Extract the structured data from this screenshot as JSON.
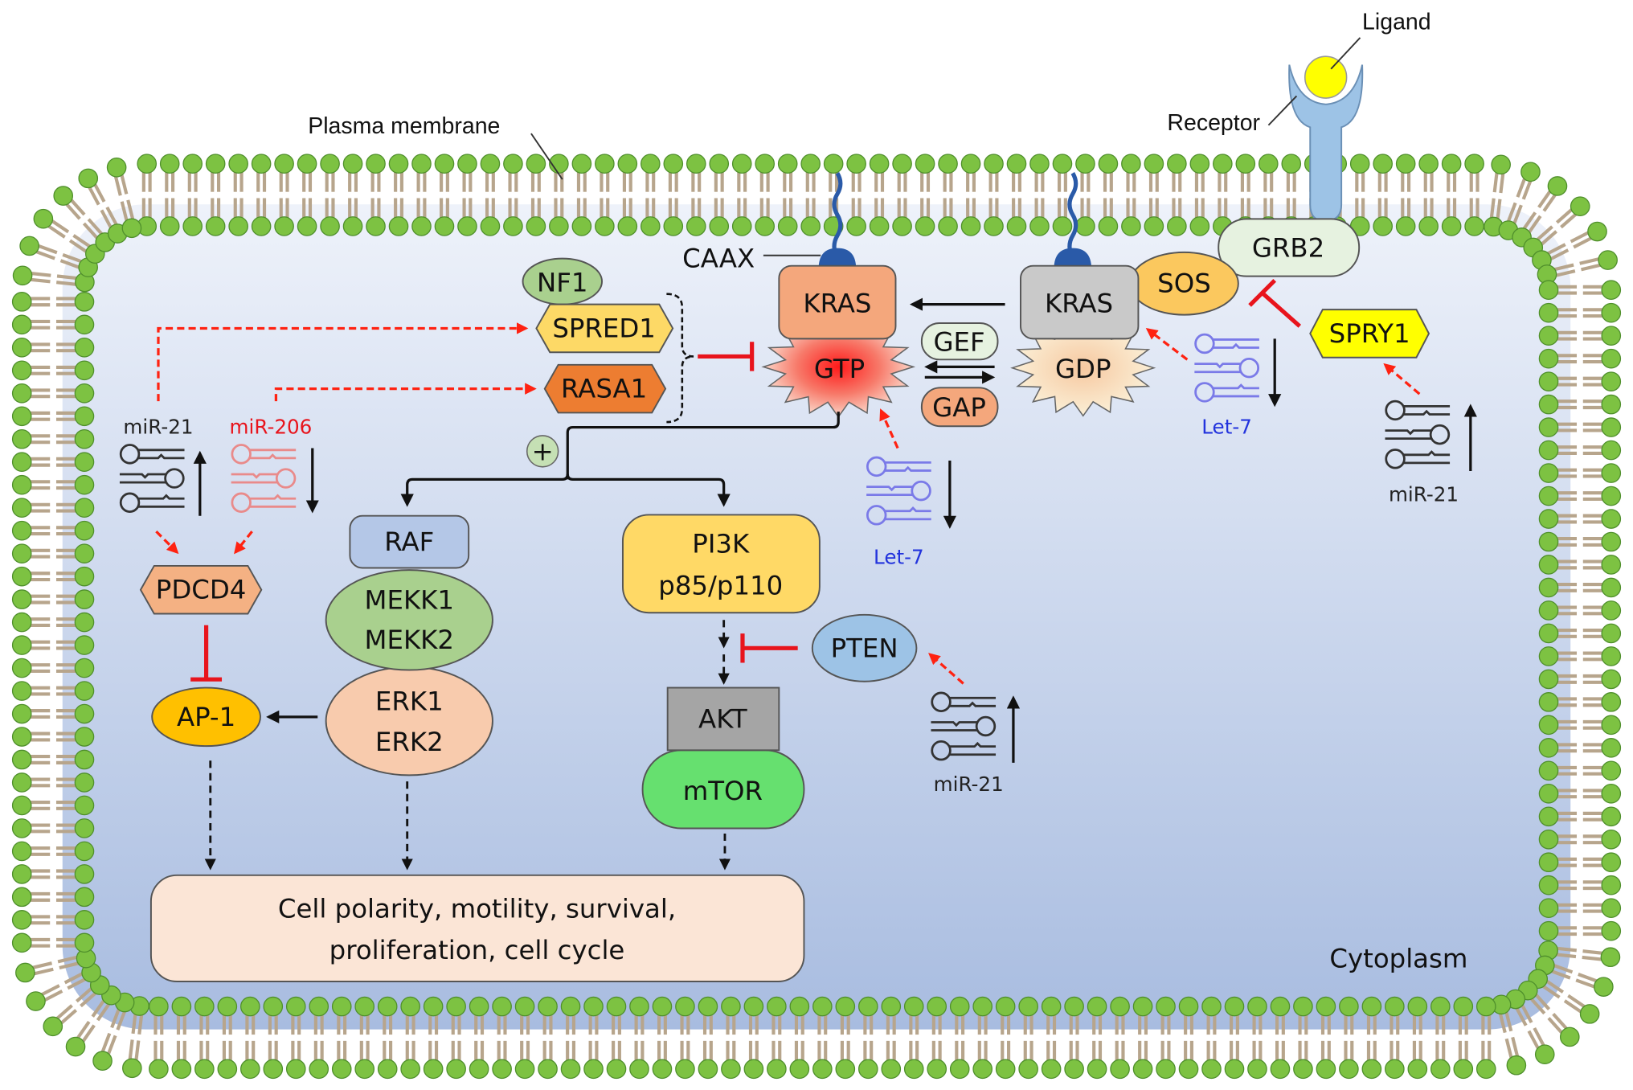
{
  "labels": {
    "ligand": "Ligand",
    "receptor": "Receptor",
    "plasma_membrane": "Plasma membrane",
    "caax": "CAAX",
    "cytoplasm": "Cytoplasm"
  },
  "proteins": {
    "kras_gtp": "KRAS",
    "gtp": "GTP",
    "kras_gdp": "KRAS",
    "gdp": "GDP",
    "gef": "GEF",
    "gap": "GAP",
    "sos": "SOS",
    "grb2": "GRB2",
    "spry1": "SPRY1",
    "nf1": "NF1",
    "spred1": "SPRED1",
    "rasa1": "RASA1",
    "pdcd4": "PDCD4",
    "ap1": "AP-1",
    "raf": "RAF",
    "mekk1": "MEKK1",
    "mekk2": "MEKK2",
    "erk1": "ERK1",
    "erk2": "ERK2",
    "pi3k": "PI3K",
    "p85p110": "p85/p110",
    "pten": "PTEN",
    "akt": "AKT",
    "mtor": "mTOR",
    "plus": "+"
  },
  "mirnas": {
    "mir21_left": {
      "label": "miR-21",
      "trend": "up",
      "color": "#222222"
    },
    "mir206": {
      "label": "miR-206",
      "trend": "down",
      "color": "#e8141c"
    },
    "let7_gtp": {
      "label": "Let-7",
      "trend": "down",
      "color": "#2233dd"
    },
    "let7_gdp": {
      "label": "Let-7",
      "trend": "down",
      "color": "#2233dd"
    },
    "mir21_spry1": {
      "label": "miR-21",
      "trend": "up",
      "color": "#222222"
    },
    "mir21_pten": {
      "label": "miR-21",
      "trend": "up",
      "color": "#222222"
    }
  },
  "outcome": {
    "line1": "Cell polarity, motility, survival,",
    "line2": "proliferation, cell cycle"
  },
  "colors": {
    "lipid_head": "#7dc242",
    "lipid_tail": "#b7a58c",
    "cytoplasm_top": "#eef2fa",
    "cytoplasm_bottom": "#a8bce0",
    "inhibition": "#e8141c"
  }
}
